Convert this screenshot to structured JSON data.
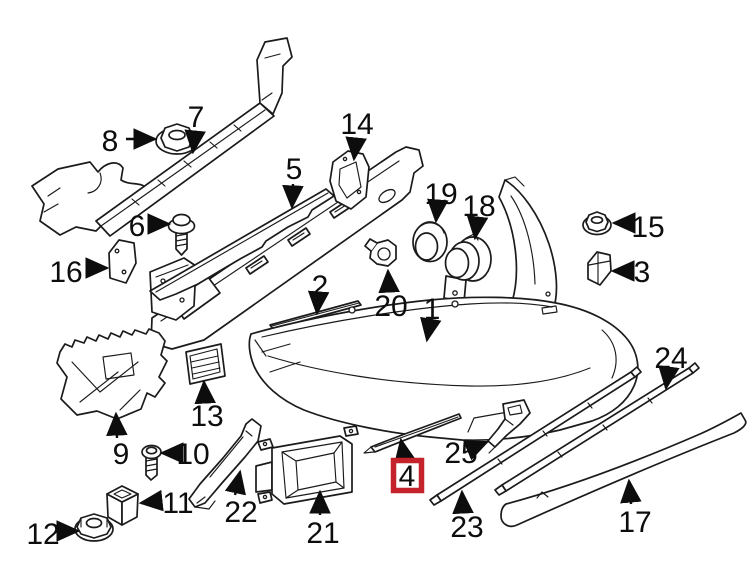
{
  "diagram": {
    "background_color": "#ffffff",
    "line_color": "#1b1b1b",
    "highlight": {
      "part": "4",
      "box_color": "#c4232b"
    },
    "parts": [
      {
        "label": "1"
      },
      {
        "label": "2"
      },
      {
        "label": "3"
      },
      {
        "label": "4"
      },
      {
        "label": "5"
      },
      {
        "label": "6"
      },
      {
        "label": "7"
      },
      {
        "label": "8"
      },
      {
        "label": "9"
      },
      {
        "label": "10"
      },
      {
        "label": "11"
      },
      {
        "label": "12"
      },
      {
        "label": "13"
      },
      {
        "label": "14"
      },
      {
        "label": "15"
      },
      {
        "label": "16"
      },
      {
        "label": "17"
      },
      {
        "label": "18"
      },
      {
        "label": "19"
      },
      {
        "label": "20"
      },
      {
        "label": "21"
      },
      {
        "label": "22"
      },
      {
        "label": "23"
      },
      {
        "label": "24"
      },
      {
        "label": "25"
      }
    ]
  }
}
